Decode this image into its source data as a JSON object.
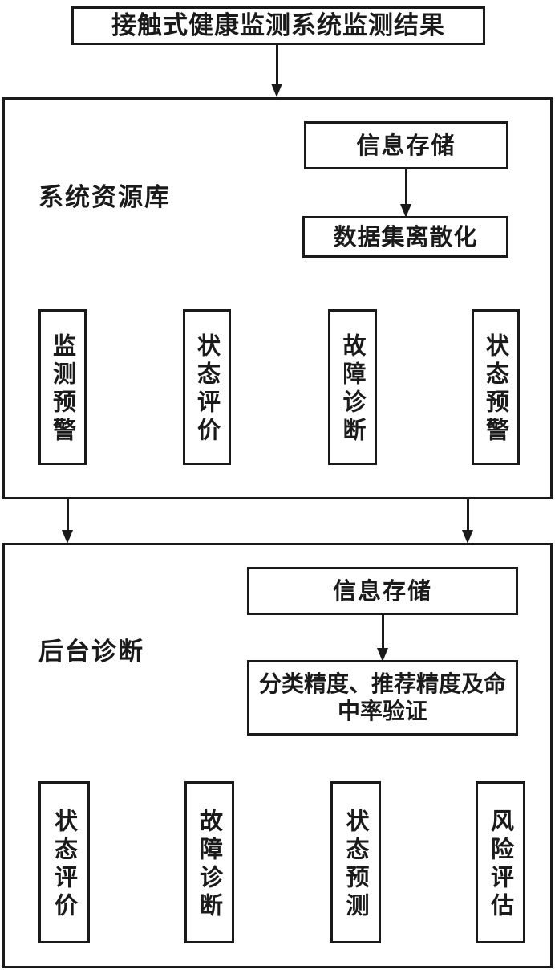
{
  "diagram": {
    "title": "接触式健康监测系统监测结果",
    "colors": {
      "stroke": "#1a1a1a",
      "background": "#ffffff"
    },
    "sections": [
      {
        "id": "system-resource-library",
        "label": "系统资源库",
        "flow": {
          "source": "信息存储",
          "target": "数据集离散化"
        },
        "modules": [
          {
            "label": "监测预警"
          },
          {
            "label": "状态评价"
          },
          {
            "label": "故障诊断"
          },
          {
            "label": "状态预警"
          }
        ]
      },
      {
        "id": "backend-diagnosis",
        "label": "后台诊断",
        "flow": {
          "source": "信息存储",
          "target": "分类精度、推荐精度及命中率验证"
        },
        "modules": [
          {
            "label": "状态评价"
          },
          {
            "label": "故障诊断"
          },
          {
            "label": "状态预测"
          },
          {
            "label": "风险评估"
          }
        ]
      }
    ],
    "connectors": [
      {
        "name": "title-to-system-resource-library",
        "direction": "down"
      },
      {
        "name": "info-storage-to-dataset-discretization",
        "direction": "down"
      },
      {
        "name": "system-resource-library-to-backend-diagnosis-left",
        "direction": "down"
      },
      {
        "name": "system-resource-library-to-backend-diagnosis-right",
        "direction": "down"
      },
      {
        "name": "info-storage-to-accuracy-validation",
        "direction": "down"
      }
    ]
  }
}
